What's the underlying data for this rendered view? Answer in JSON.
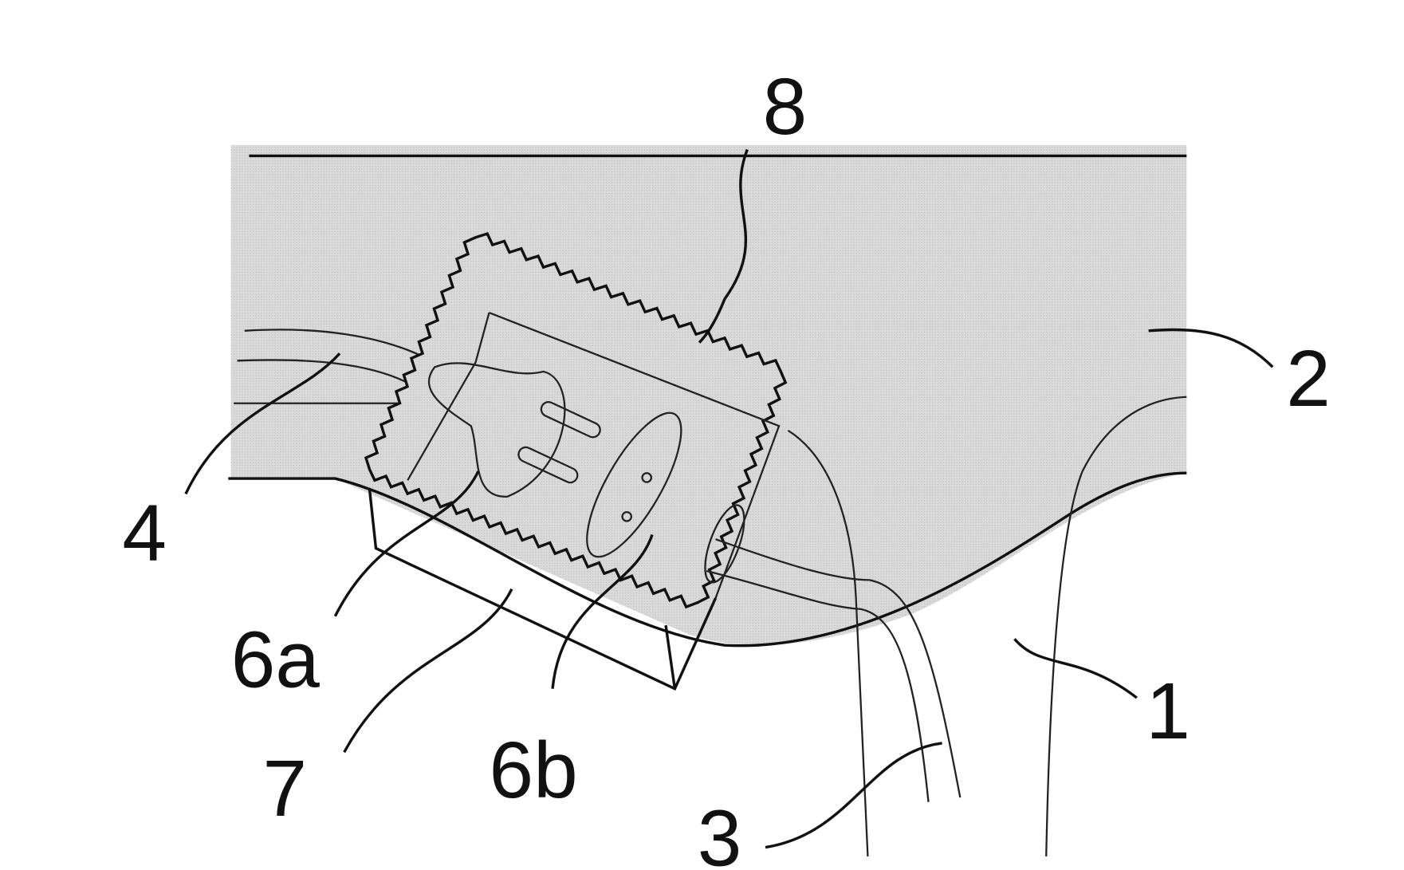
{
  "figure": {
    "labels": {
      "l1": "1",
      "l2": "2",
      "l3": "3",
      "l4": "4",
      "l6a": "6a",
      "l6b": "6b",
      "l7": "7",
      "l8": "8"
    },
    "colors": {
      "shade": "#d2d2d2",
      "line": "#111111"
    }
  }
}
